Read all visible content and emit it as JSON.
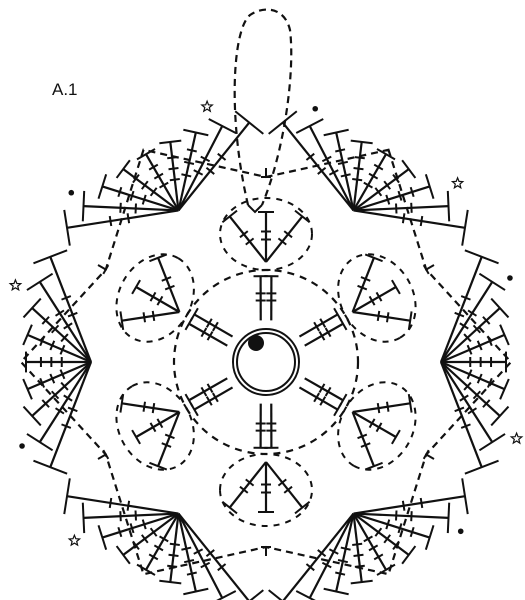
{
  "diagram": {
    "label": "A.1",
    "ink_color": "#111111",
    "background": "#ffffff",
    "symbols": [
      "chain",
      "slip-stitch",
      "double-crochet",
      "treble-crochet",
      "single-crochet",
      "picot-star",
      "dot",
      "magic-ring"
    ]
  }
}
